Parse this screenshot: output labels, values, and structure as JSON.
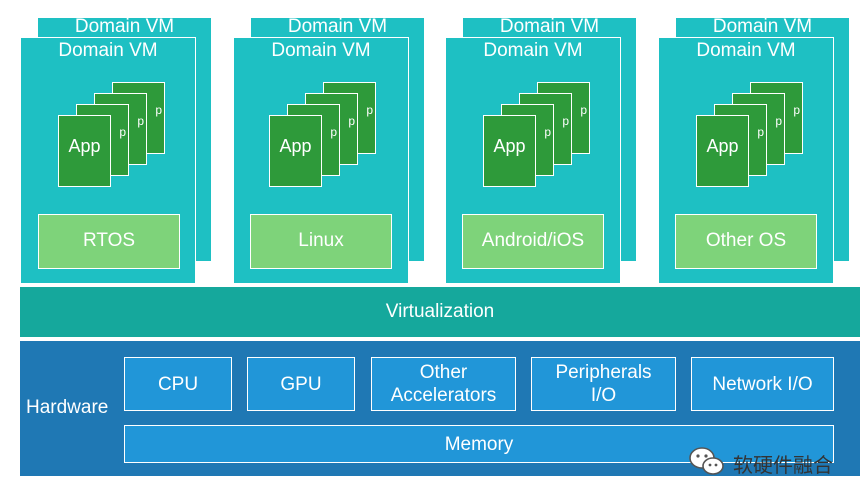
{
  "domain_vms": [
    {
      "title": "Domain VM",
      "back_title": "Domain VM",
      "app_label": "App",
      "os_label": "RTOS"
    },
    {
      "title": "Domain VM",
      "back_title": "Domain VM",
      "app_label": "App",
      "os_label": "Linux"
    },
    {
      "title": "Domain VM",
      "back_title": "Domain VM",
      "app_label": "App",
      "os_label": "Android/iOS"
    },
    {
      "title": "Domain VM",
      "back_title": "Domain VM",
      "app_label": "App",
      "os_label": "Other OS"
    }
  ],
  "virtualization": {
    "label": "Virtualization"
  },
  "hardware": {
    "label": "Hardware",
    "components": [
      "CPU",
      "GPU",
      "Other\nAccelerators",
      "Peripherals\nI/O",
      "Network I/O"
    ],
    "memory": "Memory"
  },
  "watermark": {
    "text": "软硬件融合",
    "icon": "wechat-icon"
  },
  "colors": {
    "vm": "#1ec0c3",
    "app": "#2e9a3a",
    "os": "#7ed37a",
    "virtualization": "#15a89c",
    "hardware_bg": "#1f78b4",
    "hardware_box": "#2196d8"
  }
}
